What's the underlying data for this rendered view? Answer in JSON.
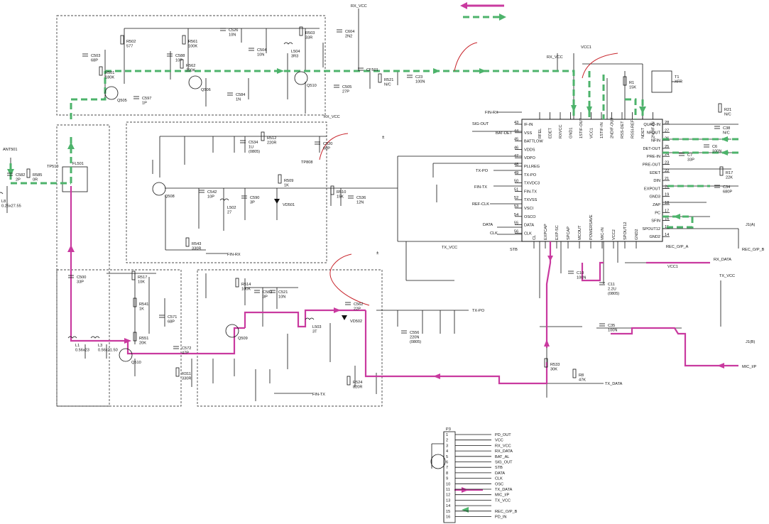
{
  "colors": {
    "rx_path": "#4db36b",
    "tx_path": "#c93a9f",
    "annotation": "#c8252c",
    "ink": "#111111"
  },
  "nets": {
    "rx_vcc_top": "RX_VCC",
    "rx_vcc_mid": "RX_VCC",
    "rx_vcc_ic": "RX_VCC",
    "vcc1_top": "VCC1",
    "vcc1_right": "VCC1",
    "tx_vcc_mid": "TX_VCC",
    "tx_vcc_right": "TX_VCC",
    "fin_rx": "FIN-RX",
    "fin_rx2": "FIN-RX",
    "fin_tx": "FIN-TX",
    "fin_tx2": "FIN-TX",
    "tx_po": "TX-PO",
    "tx_po2": "TX-PO",
    "sig_out": "SIG-OUT",
    "bat_det": "BAT-DET",
    "ref_clk": "REF-CLK",
    "data": "DATA",
    "clk": "CLK",
    "stb": "STB",
    "tx_data": "TX_DATA",
    "rx_data": "RX_DATA",
    "rec_op_a": "REC_O/P_A",
    "rec_op_b": "REC_O/P_B",
    "mic_ip": "MIC_I/P",
    "j1a": "J1(A)",
    "j1b": "J1(B)",
    "ant": "ANT501",
    "ant_part": "FL501",
    "tp": "TP510"
  },
  "ic_pins": {
    "left": [
      "IF-IN",
      "VSS",
      "BATTLOW",
      "VDDS",
      "VDPO",
      "PLLREG",
      "TX-PO",
      "TXVDC3",
      "FIN-TX",
      "TXVSS",
      "VSCI",
      "OSCO",
      "DATA",
      "CLK"
    ],
    "left_nums": [
      "43",
      "44",
      "45",
      "46",
      "47",
      "48",
      "49",
      "50",
      "51",
      "52",
      "53",
      "54",
      "55",
      "56"
    ],
    "right": [
      "QUAD-IN",
      "NFOUT",
      "NFIN",
      "DET-OUT",
      "PRE-IN",
      "PRE-OUT",
      "EDET",
      "DIN",
      "EXPOUT",
      "GND3",
      "ZAP",
      "PC",
      "SFIN",
      "SPOUT12",
      "GND2"
    ],
    "right_nums": [
      "28",
      "27",
      "26",
      "25",
      "24",
      "23",
      "22",
      "21",
      "20",
      "19",
      "18",
      "17",
      "16",
      "15",
      "14"
    ],
    "top": [
      "RFEL",
      "EDET",
      "RXVCC",
      "GND1",
      "1STIF-OUT",
      "VCC1",
      "1STIF-IN",
      "2NDIF-OUT",
      "RSS-DET",
      "RSSI-REF",
      "NDET",
      "2NDIF-IN"
    ],
    "bottom": [
      "CL",
      "EXPCAP",
      "EXP-SC",
      "SPCAP",
      "MCOUT",
      "POWERSAVE",
      "MIC-IN",
      "VCC2",
      "SPOUT12",
      "GND2"
    ]
  },
  "connector": {
    "title": "P3",
    "pins": [
      "PD_OUT",
      "VCC",
      "RX_VCC",
      "RX_DATA",
      "BAT_AL",
      "SIG_OUT",
      "STB",
      "DATA",
      "CLK",
      "OSC",
      "TX_DATA",
      "MIC_I/P",
      "TX_VCC",
      "",
      "REC_O/P_B",
      "PD_IN"
    ],
    "nums": [
      "1",
      "2",
      "3",
      "4",
      "5",
      "6",
      "7",
      "8",
      "9",
      "10",
      "11",
      "12",
      "13",
      "14",
      "15",
      "16"
    ]
  },
  "parts": {
    "c503": "C503\n68P",
    "r501": "R501\n180K",
    "r502": "R502\n577",
    "q505": "Q505",
    "c597": "C597\n1P",
    "r561": "R561\n100K",
    "r562": "R562\n220K",
    "c588": "C588\n10P",
    "q506": "Q506",
    "c584": "C584\n1N",
    "c526": "C526\n10N",
    "c504": "C504\n10N",
    "r503": "R503\n33R",
    "l504": "L504\n3R3",
    "q510": "Q510",
    "c604": "C604\n2N2",
    "cf501": "CF501",
    "c505": "C505\n27P",
    "c23": "C23\n100N",
    "r521": "R521\nN/C",
    "r512": "R512\n220R",
    "c534": "C534\n1U\n(0805)",
    "c520": "C520\n68P",
    "tp808": "TP808",
    "q508": "Q508",
    "c542": "C542\n10P",
    "l502": "L502\n27",
    "c590": "C590\n3P",
    "vd501": "VD501",
    "r509": "R509\n1K",
    "r543": "R543\n330R",
    "c536": "C536\n12N",
    "r510": "R510\n15K",
    "c500": "C500\n33P",
    "r517": "R517\n10K",
    "r541": "R541\n1K",
    "c571": "C571\n68P",
    "r551": "R551\n20K",
    "q510b": "Q510",
    "l1": "L1\n0.56x23",
    "l3": "L3\n0.56x21.50",
    "c572": "C572\n47P",
    "r311": "R311\n330R",
    "r514": "R514\n100K",
    "c583": "C583\n3P",
    "c521": "C521\n10N",
    "q509": "Q509",
    "l503": "L503\n3T",
    "c562": "C562\n22P",
    "vd502": "VD502",
    "r524": "R524\n820R",
    "c556": "C556\n220N\n(0805)",
    "c582": "C582\n2P",
    "r585": "R585\n0R",
    "l8": "L8\n0.25x27.55",
    "c10": "C10\n100N",
    "c11": "C11\n2.2U\n(0805)",
    "r533": "R533\n30K",
    "r8": "R8\n47K",
    "c35": "C35\n100N",
    "r1": "R1\n15K",
    "t1": "T1\nXFR",
    "c38": "C38\nN/C",
    "r17": "R17\n22K",
    "c34": "C34\n680P",
    "r21": "R21\nN/C",
    "c6": "C6\n100N",
    "c7": "C7\n33P"
  },
  "legend": {
    "rx_label": "",
    "tx_label": ""
  }
}
